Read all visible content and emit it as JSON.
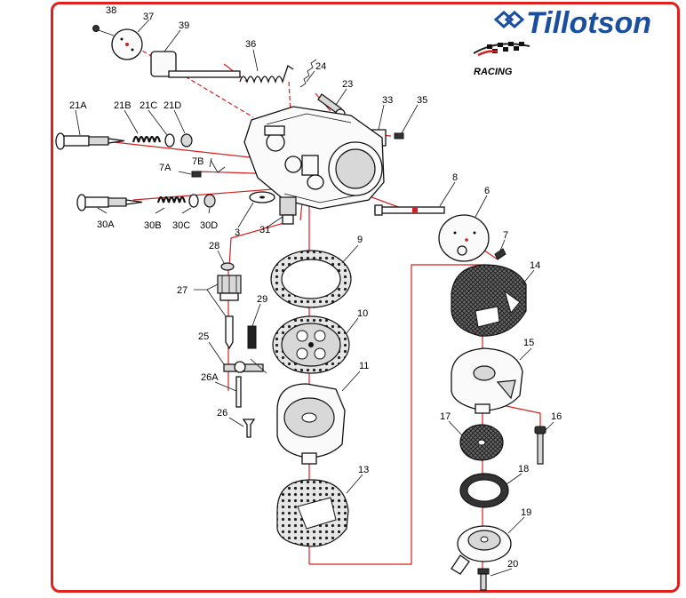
{
  "brand": {
    "name": "Tillotson",
    "sub": "RACING",
    "colors": {
      "brand_blue": "#1a4fa0",
      "frame_red": "#e0201b",
      "leader_red": "#d42020"
    }
  },
  "parts": {
    "p38": "38",
    "p37": "37",
    "p39": "39",
    "p36": "36",
    "p24": "24",
    "p23": "23",
    "p33": "33",
    "p35": "35",
    "p21A": "21A",
    "p21B": "21B",
    "p21C": "21C",
    "p21D": "21D",
    "p7A": "7A",
    "p7B": "7B",
    "p8": "8",
    "p6": "6",
    "p7": "7",
    "p30A": "30A",
    "p30B": "30B",
    "p30C": "30C",
    "p30D": "30D",
    "p3": "3",
    "p31": "31",
    "p9": "9",
    "p28": "28",
    "p27": "27",
    "p29": "29",
    "p10": "10",
    "p25": "25",
    "p26A": "26A",
    "p11": "11",
    "p26": "26",
    "p14": "14",
    "p15": "15",
    "p16": "16",
    "p17": "17",
    "p18": "18",
    "p19": "19",
    "p20": "20",
    "p13": "13"
  }
}
